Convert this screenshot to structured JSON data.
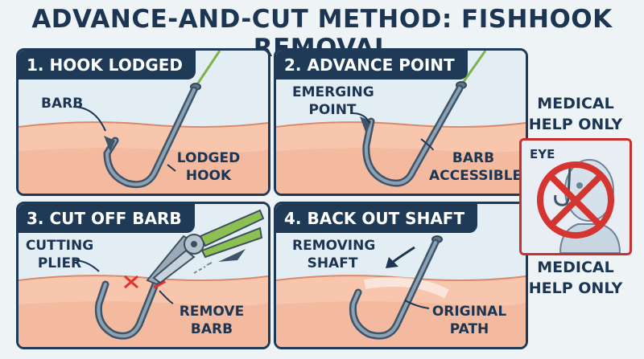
{
  "title": "ADVANCE-AND-CUT METHOD: FISHHOOK REMOVAL",
  "panels": [
    {
      "title": "1. HOOK LODGED",
      "labels": [
        "BARB",
        "LODGED",
        "HOOK"
      ]
    },
    {
      "title": "2. ADVANCE POINT",
      "labels": [
        "EMERGING",
        "POINT",
        "BARB",
        "ACCESSIBLE"
      ]
    },
    {
      "title": "3. CUT OFF BARB",
      "labels": [
        "CUTTING",
        "PLIER",
        "REMOVE",
        "BARB"
      ]
    },
    {
      "title": "4. BACK OUT SHAFT",
      "labels": [
        "REMOVING",
        "SHAFT",
        "ORIGINAL",
        "PATH"
      ]
    }
  ],
  "warning": {
    "top_text": [
      "MEDICAL",
      "HELP ONLY"
    ],
    "bottom_text": [
      "MEDICAL",
      "HELP ONLY"
    ],
    "eye_label": "EYE"
  },
  "colors": {
    "panel_border": "#1e3a56",
    "skin": "#f4b79c",
    "hook": "#5f7788",
    "line": "#7fb24a",
    "warning_red": "#d43531",
    "cut_mark": "#e0322e"
  }
}
